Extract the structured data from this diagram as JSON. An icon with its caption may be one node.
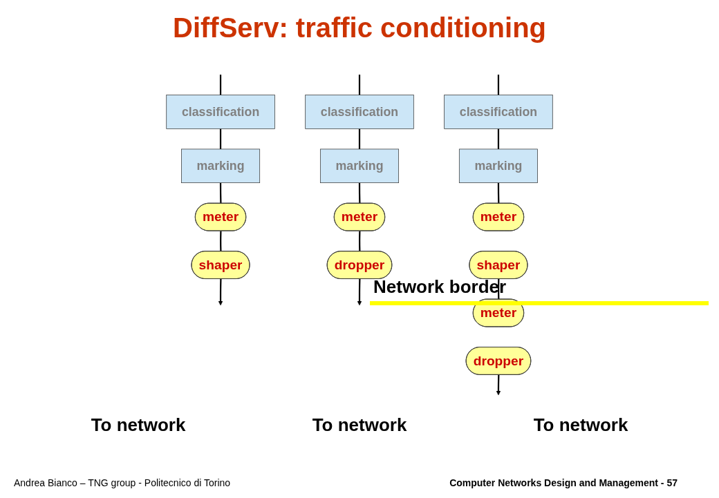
{
  "diagram": {
    "title": "DiffServ: traffic conditioning",
    "nodes": [
      {
        "text": [
          "classification"
        ]
      },
      {
        "text": [
          "marking"
        ]
      },
      {
        "text": [
          "meter"
        ]
      },
      {
        "text": [
          "shaper"
        ]
      },
      {
        "text": [
          "classification"
        ]
      },
      {
        "text": [
          "marking"
        ]
      },
      {
        "text": [
          "meter"
        ]
      },
      {
        "text": [
          "dropper"
        ]
      },
      {
        "text": [
          "classification"
        ]
      },
      {
        "text": [
          "marking"
        ]
      },
      {
        "text": [
          "meter"
        ]
      },
      {
        "text": [
          "shaper"
        ]
      },
      {
        "text": [
          "meter"
        ]
      },
      {
        "text": [
          "dropper"
        ]
      }
    ],
    "edges": [
      {
        "from": null,
        "to": 0,
        "arrow": "none"
      },
      {
        "from": 0,
        "to": 1,
        "arrow": "none"
      },
      {
        "from": 1,
        "to": 2,
        "arrow": "none"
      },
      {
        "from": 2,
        "to": 3,
        "arrow": "none"
      },
      {
        "from": 3,
        "to": null,
        "arrow": "to"
      },
      {
        "from": null,
        "to": 4,
        "arrow": "none"
      },
      {
        "from": 4,
        "to": 5,
        "arrow": "none"
      },
      {
        "from": 5,
        "to": 6,
        "arrow": "none"
      },
      {
        "from": 6,
        "to": 7,
        "arrow": "none"
      },
      {
        "from": 7,
        "to": null,
        "arrow": "to"
      },
      {
        "from": null,
        "to": 8,
        "arrow": "none"
      },
      {
        "from": 8,
        "to": 9,
        "arrow": "none"
      },
      {
        "from": 9,
        "to": 10,
        "arrow": "none"
      },
      {
        "from": 11,
        "to": 12,
        "arrow": "none"
      },
      {
        "from": 13,
        "to": null,
        "arrow": "to"
      }
    ],
    "labels": [
      "To network",
      "To network",
      "To network",
      "Network border",
      "Andrea Bianco – TNG group - Politecnico di Torino",
      "Computer Networks Design and Management - 57"
    ]
  }
}
